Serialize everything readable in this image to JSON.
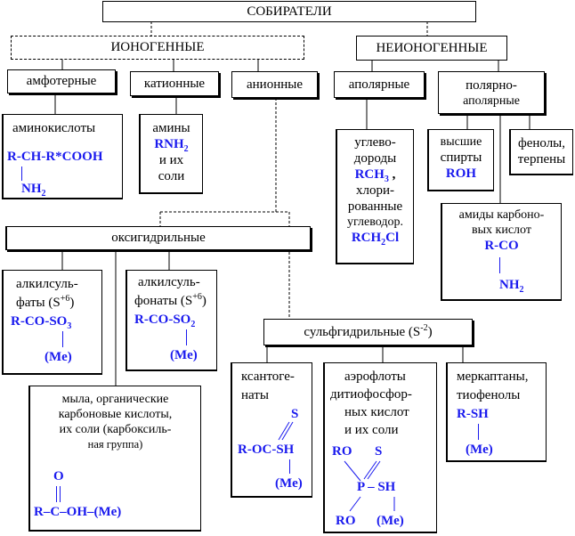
{
  "root": "СОБИРАТЕЛИ",
  "ionogenic": {
    "title": "ИОНОГЕННЫЕ",
    "amphoteric": {
      "title": "амфотерные",
      "child_title": "аминокислоты",
      "formula": "R-CH-R*COOH",
      "formula_sub": "NH",
      "formula_sub_index": "2"
    },
    "cationic": {
      "title": "катионные",
      "line1": "амины",
      "formula": "RNH",
      "formula_index": "2",
      "line3": "и их",
      "line4": "соли"
    },
    "anionic": {
      "title": "анионные",
      "oxyhydryl": {
        "title": "оксигидрильные",
        "alkylsulfates": {
          "line1": "алкилсуль-",
          "line2": "фаты (S",
          "sup": "+6",
          "line2_end": ")",
          "formula": "R-CO-SO",
          "formula_index": "3",
          "me": "(Me)"
        },
        "alkylsulfonates": {
          "line1": "алкилсуль-",
          "line2": "фонаты (S",
          "sup": "+6",
          "line2_end": ")",
          "formula": "R-CO-SO",
          "formula_index": "2",
          "me": "(Me)"
        },
        "soaps": {
          "line1": "мыла, органические",
          "line2": "карбоновые кислоты,",
          "line3": "их соли (карбоксиль-",
          "line4": "ная группа)",
          "o": "O",
          "formula": "R‒C‒OH‒(Me)"
        }
      },
      "sulfhydryl": {
        "title": "сульфгидрильные (S",
        "sup": "-2",
        "title_end": ")",
        "xanthates": {
          "line1": "ксантоге-",
          "line2": "наты",
          "s": "S",
          "formula": "R-OC-SH",
          "me": "(Me)"
        },
        "aerofloats": {
          "line1": "аэрофлоты",
          "line2": "дитиофосфор-",
          "line3": "ных кислот",
          "line4": "и их соли",
          "ro1": "RO",
          "s": "S",
          "p": "P – SH",
          "ro2": "RO",
          "me": "(Me)"
        },
        "mercaptans": {
          "line1": "меркаптаны,",
          "line2": "тиофенолы",
          "formula": "R-SH",
          "me": "(Me)"
        }
      }
    }
  },
  "nonionogenic": {
    "title": "НЕИОНОГЕННЫЕ",
    "apolar": {
      "title": "аполярные",
      "line1": "углево-",
      "line2": "дороды",
      "formula": "RCH",
      "formula_index": "3",
      "formula_end": " ,",
      "line4": "хлори-",
      "line5": "рованные",
      "line6": "углеводор.",
      "formula2": "RCH",
      "formula2_index": "2",
      "formula2_end": "Cl"
    },
    "polar_apolar": {
      "title_line1": "полярно-",
      "title_line2": "аполярные",
      "alcohols": {
        "line1": "высшие",
        "line2": "спирты",
        "formula": "ROH"
      },
      "phenols": {
        "line1": "фенолы,",
        "line2": "терпены"
      },
      "amides": {
        "line1": "амиды карбоно-",
        "line2": "вых кислот",
        "formula": "R-CO",
        "formula2": "NH",
        "formula2_index": "2"
      }
    }
  }
}
